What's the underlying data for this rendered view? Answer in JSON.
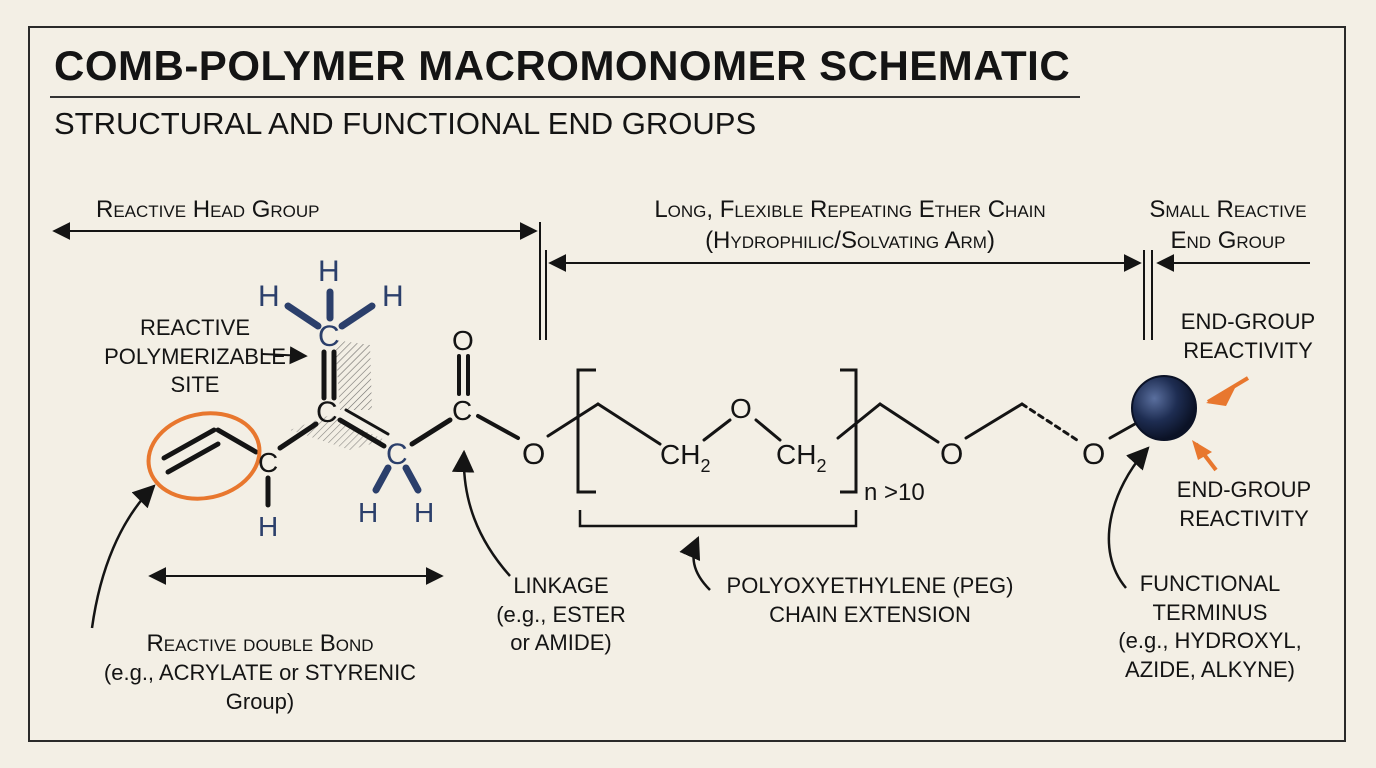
{
  "title": "COMB-POLYMER MACROMONOMER SCHEMATIC",
  "subtitle": "STRUCTURAL AND FUNCTIONAL END GROUPS",
  "sections": {
    "head": "Reactive Head Group",
    "chain": [
      "Long, Flexible Repeating Ether Chain",
      "(Hydrophilic/Solvating Arm)"
    ],
    "end": [
      "Small Reactive",
      "End Group"
    ]
  },
  "annotations": {
    "polymerizable_site": [
      "REACTIVE",
      "POLYMERIZABLE",
      "SITE"
    ],
    "double_bond": [
      "Reactive double Bond",
      "(e.g., ACRYLATE or STYRENIC",
      "Group)"
    ],
    "linkage": [
      "LINKAGE",
      "(e.g., ESTER",
      "or AMIDE)"
    ],
    "peg": [
      "POLYOXYETHYLENE (PEG)",
      "CHAIN EXTENSION"
    ],
    "reactivity_top": [
      "END-GROUP",
      "REACTIVITY"
    ],
    "reactivity_bottom": [
      "END-GROUP",
      "REACTIVITY"
    ],
    "terminus": [
      "FUNCTIONAL",
      "TERMINUS",
      "(e.g., HYDROXYL,",
      "AZIDE, ALKYNE)"
    ]
  },
  "atoms": {
    "h": "H",
    "c": "C",
    "o": "O",
    "ch2": "CH",
    "sub2": "2"
  },
  "repeat_label": "n >10",
  "colors": {
    "ink": "#141414",
    "atom_blue": "#2b3f6b",
    "highlight_orange": "#e8772e",
    "terminus_sphere": "#1e2d52",
    "background": "#f3efe5"
  }
}
